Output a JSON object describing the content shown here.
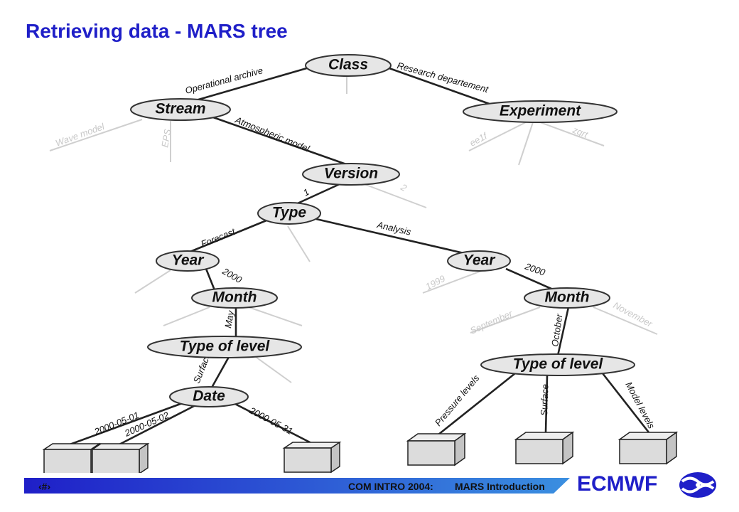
{
  "slide": {
    "title": "Retrieving data - MARS tree",
    "page_number": "‹#›",
    "footer_course": "COM INTRO 2004:",
    "footer_topic": "MARS Introduction",
    "brand": "ECMWF",
    "logo_icon": "ecmwf-logo-icon",
    "colors": {
      "title": "#1f1fc8",
      "footer_bar_start": "#1f1fc8",
      "footer_bar_end": "#3a8fe0"
    }
  },
  "tree": {
    "nodes": {
      "class": "Class",
      "stream": "Stream",
      "experiment": "Experiment",
      "version": "Version",
      "type": "Type",
      "year_left": "Year",
      "month_left": "Month",
      "type_of_level_left": "Type of level",
      "date": "Date",
      "year_right": "Year",
      "month_right": "Month",
      "type_of_level_right": "Type of level"
    },
    "edge_labels": {
      "operational_archive": "Operational archive",
      "research_departement": "Research departement",
      "atmospheric_model": "Atmospheric model",
      "wave_model": "Wave model",
      "eps": "EPS",
      "e_a": "ee1f",
      "e_b": "zqrt",
      "version_1": "1",
      "version_2": "2",
      "forecast": "Forecast",
      "analysis": "Analysis",
      "year_2000_left": "2000",
      "may": "May",
      "surface_left": "Surface",
      "date_1": "2000-05-01",
      "date_2": "2000-05-02",
      "date_31": "2000-05-31",
      "year_1999": "1999",
      "year_2000_right": "2000",
      "september": "September",
      "october": "October",
      "november": "November",
      "pressure_levels": "Pressure levels",
      "surface_right": "Surface",
      "model_levels": "Model levels"
    }
  }
}
